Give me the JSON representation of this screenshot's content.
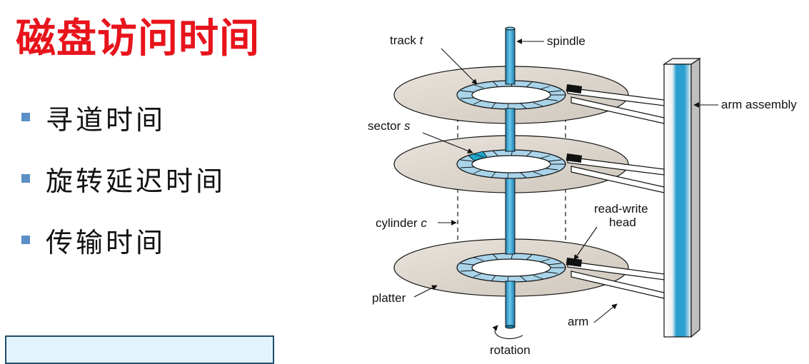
{
  "slide": {
    "title": "磁盘访问时间",
    "bullets": [
      "寻道时间",
      "旋转延迟时间",
      "传输时间"
    ]
  },
  "diagram": {
    "labels": {
      "track": "track",
      "track_var": "t",
      "spindle": "spindle",
      "arm_assembly": "arm assembly",
      "sector": "sector",
      "sector_var": "s",
      "cylinder": "cylinder",
      "cylinder_var": "c",
      "read_write": "read-write",
      "head": "head",
      "platter": "platter",
      "arm": "arm",
      "rotation": "rotation"
    },
    "colors": {
      "title_red": "#e8141c",
      "bullet_blue": "#5b8fc7",
      "platter_fill": "#ddd6cc",
      "track_fill": "#a9d4ea",
      "spindle_blue": "#2a9fd0",
      "sector_highlight": "#1fa7c9",
      "box_fill": "#e2f4fb"
    }
  }
}
